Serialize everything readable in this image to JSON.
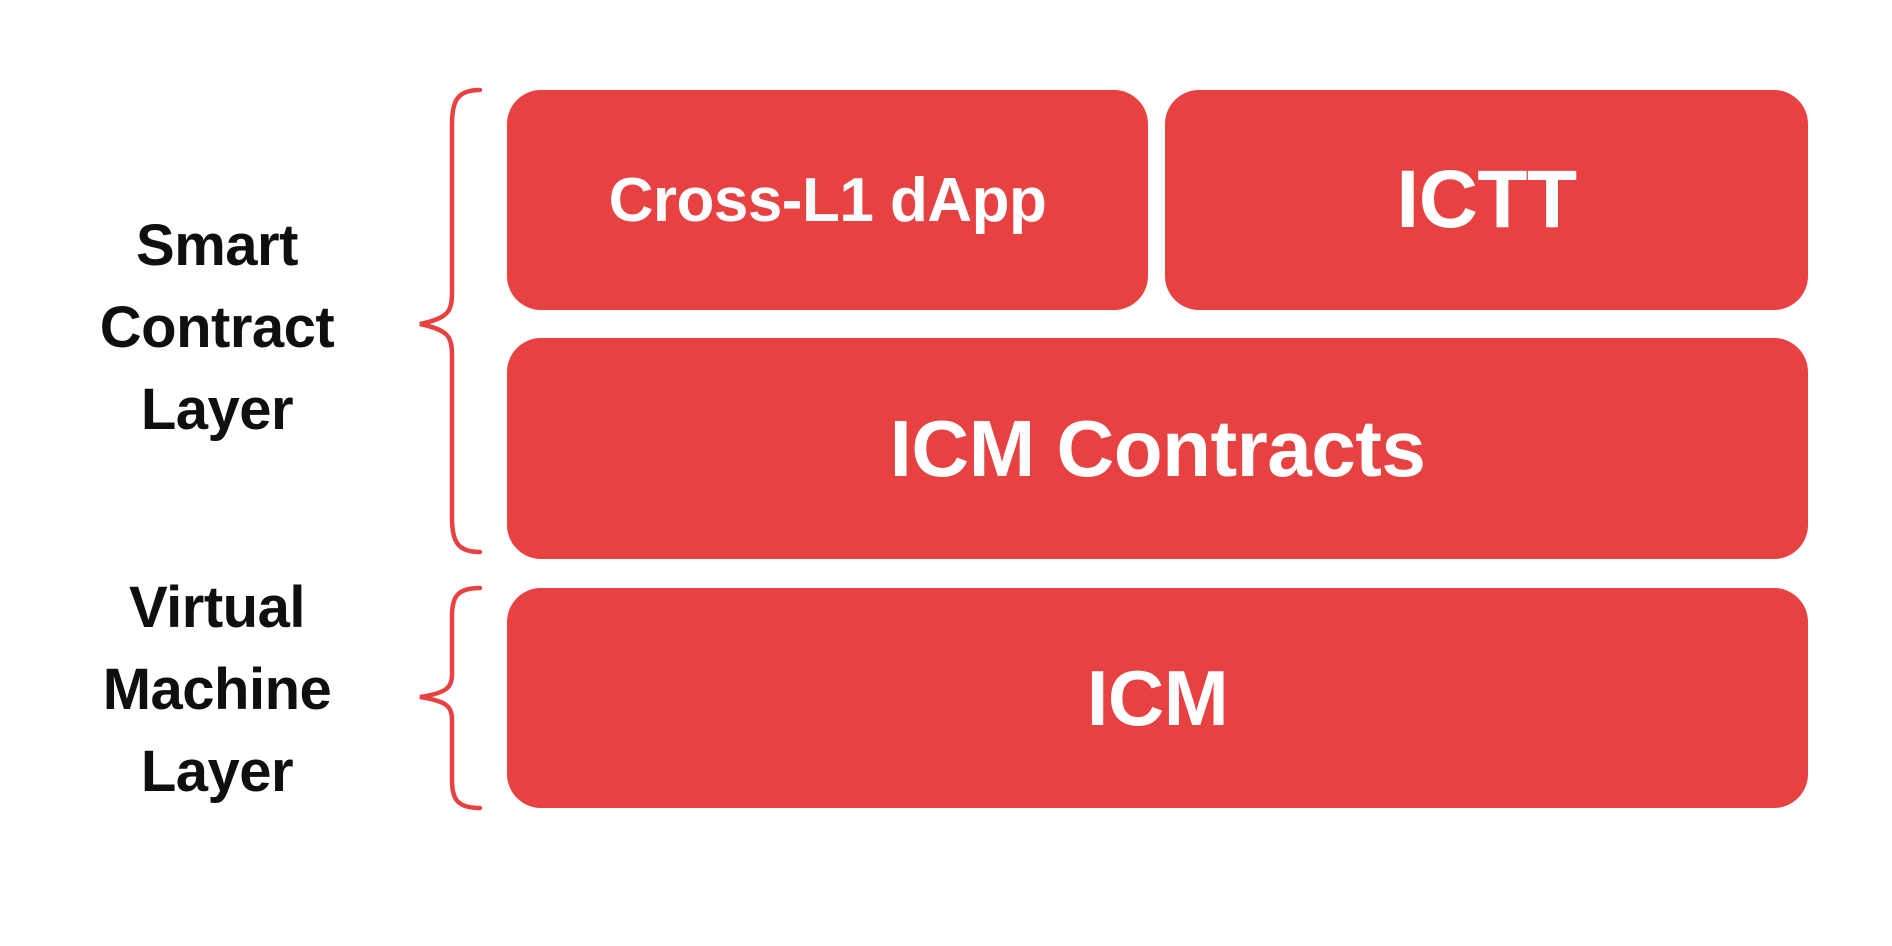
{
  "diagram": {
    "title": "Smart Contract / Virtual Machine layer architecture",
    "colors": {
      "background": "#ffffff",
      "box_fill": "#e84142",
      "box_text": "#ffffff",
      "brace_stroke": "#e84142",
      "label_text": "#0f0f0f"
    },
    "layers": [
      {
        "name": "smart-contract-layer",
        "label": "Smart\nContract\nLayer",
        "boxes": [
          {
            "id": "cross-l1-dapp",
            "label": "Cross-L1 dApp"
          },
          {
            "id": "ictt",
            "label": "ICTT"
          },
          {
            "id": "icm-contracts",
            "label": "ICM Contracts"
          }
        ]
      },
      {
        "name": "virtual-machine-layer",
        "label": "Virtual\nMachine\nLayer",
        "boxes": [
          {
            "id": "icm",
            "label": "ICM"
          }
        ]
      }
    ]
  }
}
